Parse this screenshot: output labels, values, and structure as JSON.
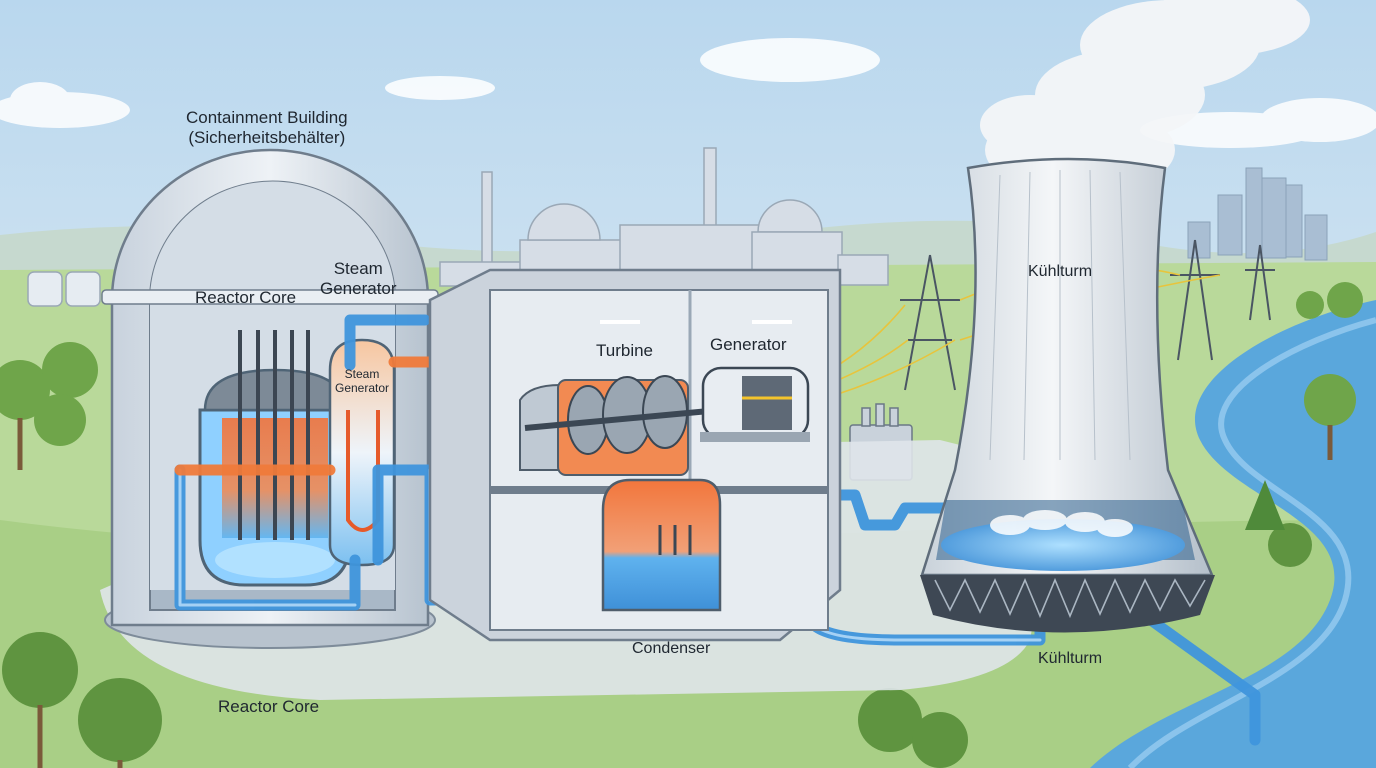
{
  "labels": {
    "containment_line1": "Containment Building",
    "containment_line2": "(Sicherheitsbehälter)",
    "reactor_core_top": "Reactor Core",
    "steam_generator_line1": "Steam",
    "steam_generator_line2": "Generator",
    "steam_generator_vessel_line1": "Steam",
    "steam_generator_vessel_line2": "Generator",
    "turbine": "Turbine",
    "generator": "Generator",
    "cooling_tower_top": "Kühlturm",
    "condenser": "Condenser",
    "cooling_tower_bottom": "Kühlturm",
    "reactor_core_bottom": "Reactor Core"
  },
  "colors": {
    "sky": "#cfe3f1",
    "grass": "#b9d99a",
    "water_cold": "#4aa3e6",
    "water_hot": "#f07a3a",
    "river": "#5aa7dc",
    "structure": "#dde3ea"
  }
}
